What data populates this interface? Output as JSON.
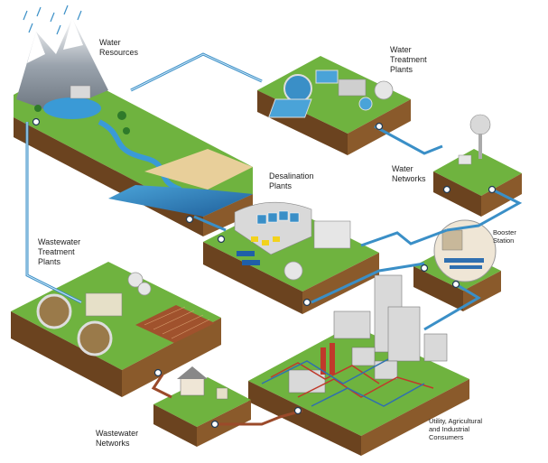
{
  "labels": {
    "water_resources": "Water\nResources",
    "water_treatment": "Water\nTreatment\nPlants",
    "desalination": "Desalination\nPlants",
    "water_networks": "Water\nNetworks",
    "booster_station": "Booster\nStation",
    "wastewater_treatment": "Wastewater\nTreatment\nPlants",
    "wastewater_networks": "Wastewater\nNetworks",
    "consumers": "Utility, Agricultural\nand Industrial\nConsumers"
  },
  "colors": {
    "grass": "#6fb33f",
    "grass_side": "#4f8a2a",
    "soil": "#8a5a2b",
    "soil_dark": "#6b431f",
    "clean_pipe": "#3a8fc7",
    "waste_pipe": "#9b4a2a",
    "water": "#2f7fc0",
    "sand": "#e8cf9a"
  }
}
